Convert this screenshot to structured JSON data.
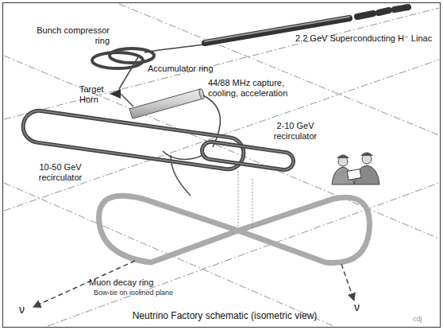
{
  "diagram": {
    "caption": "Neutrino Factory schematic (isometric view)",
    "labels": [
      "2.2 GeV Superconducting H⁻ Linac",
      "Bunch compressor ring",
      "Accumulator ring",
      "Target Horn",
      "44/88 MHz capture, cooling, acceleration",
      "2-10 GeV recirculator",
      "10-50 GeV recirculator",
      "Muon decay ring",
      "Bow-tie on inclined plane",
      "ν",
      "ν",
      "cdj"
    ]
  }
}
